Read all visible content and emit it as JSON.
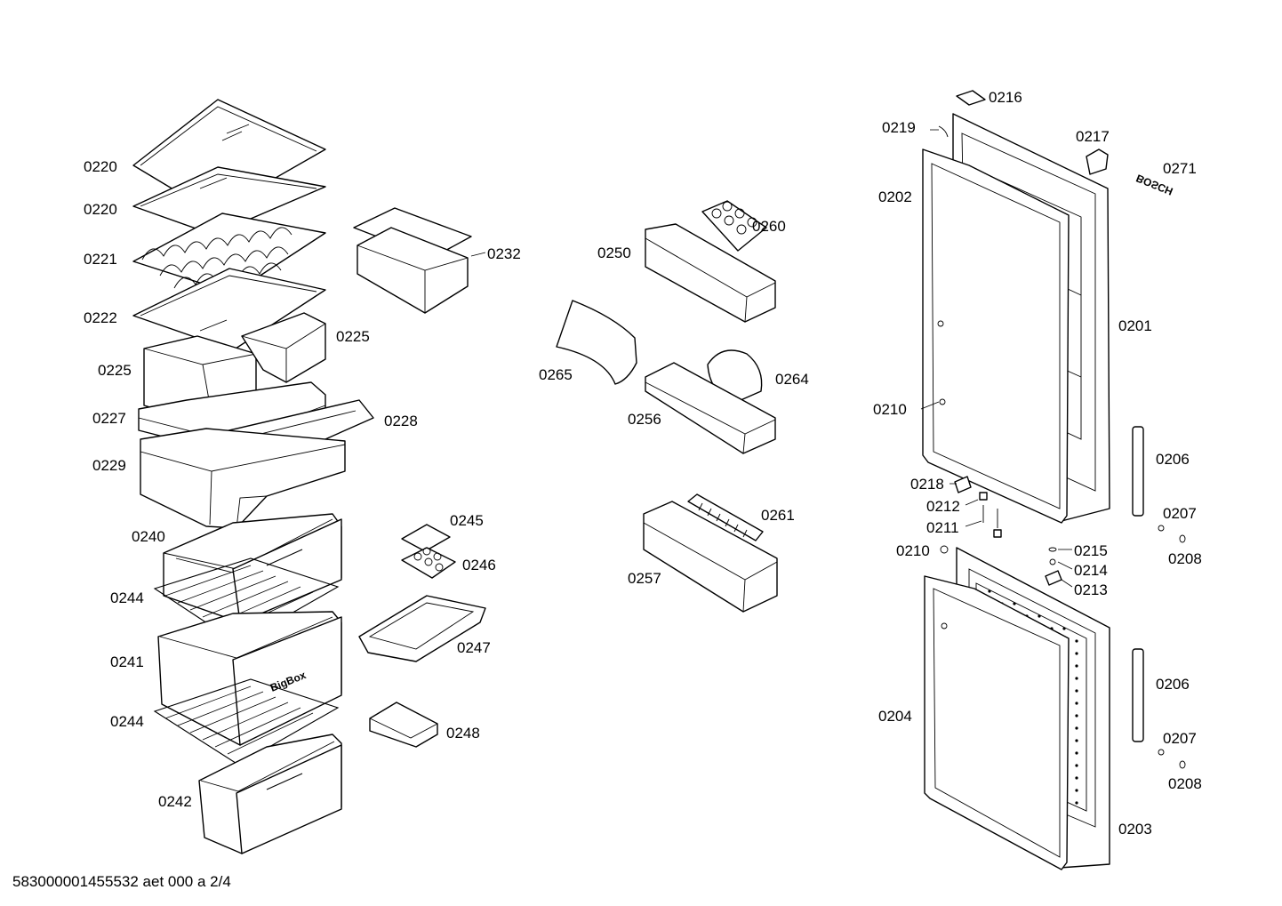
{
  "labels": {
    "p0220a": "0220",
    "p0220b": "0220",
    "p0221": "0221",
    "p0222": "0222",
    "p0225r": "0225",
    "p0225l": "0225",
    "p0227": "0227",
    "p0228": "0228",
    "p0229": "0229",
    "p0232": "0232",
    "p0240": "0240",
    "p0244a": "0244",
    "p0241": "0241",
    "p0244b": "0244",
    "p0242": "0242",
    "p0245": "0245",
    "p0246": "0246",
    "p0247": "0247",
    "p0248": "0248",
    "p0250": "0250",
    "p0260": "0260",
    "p0265": "0265",
    "p0264": "0264",
    "p0256": "0256",
    "p0261": "0261",
    "p0257": "0257",
    "p0216": "0216",
    "p0219": "0219",
    "p0217": "0217",
    "p0271": "0271",
    "p0202": "0202",
    "p0201": "0201",
    "p0210a": "0210",
    "p0206a": "0206",
    "p0218": "0218",
    "p0212": "0212",
    "p0211": "0211",
    "p0207a": "0207",
    "p0208a": "0208",
    "p0210b": "0210",
    "p0215": "0215",
    "p0214": "0214",
    "p0213": "0213",
    "p0206b": "0206",
    "p0204": "0204",
    "p0207b": "0207",
    "p0208b": "0208",
    "p0203": "0203"
  },
  "drawer_marking": "BigBox",
  "logo_text": "BOSCH",
  "footer": "583000001455532 aet 000 a 2/4"
}
